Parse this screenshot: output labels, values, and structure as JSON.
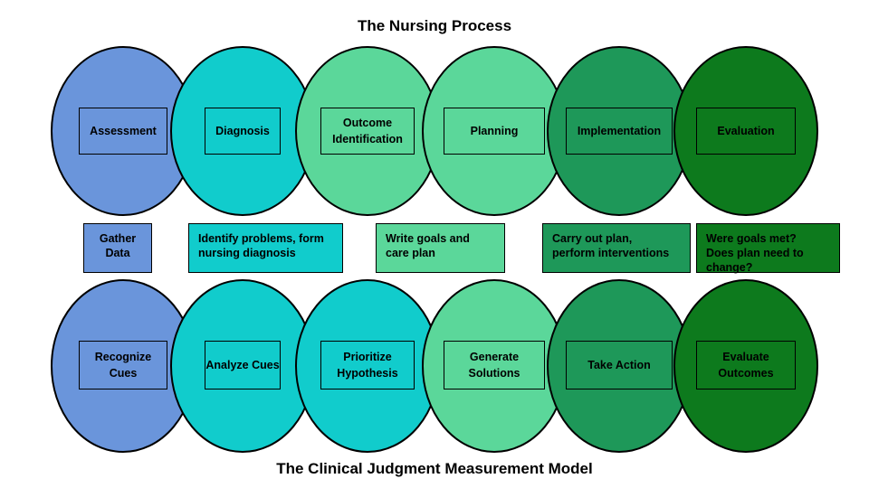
{
  "colors": {
    "assess_blue": "#6a95db",
    "teal": "#11cccc",
    "mint": "#5bd79a",
    "green": "#1e9859",
    "dark_green": "#0d7a1d"
  },
  "nursing_process": {
    "title": "The Nursing Process",
    "stages": [
      {
        "label": "Assessment",
        "color": "#6a95db"
      },
      {
        "label": "Diagnosis",
        "color": "#11cccc"
      },
      {
        "label": "Outcome Identification",
        "color": "#5bd79a"
      },
      {
        "label": "Planning",
        "color": "#5bd79a"
      },
      {
        "label": "Implementation",
        "color": "#1e9859"
      },
      {
        "label": "Evaluation",
        "color": "#0d7a1d"
      }
    ]
  },
  "descriptions": [
    {
      "text": "Gather\nData",
      "color": "#6a95db"
    },
    {
      "text": "Identify problems, form\nnursing diagnosis",
      "color": "#11cccc"
    },
    {
      "text": "Write goals and\ncare plan",
      "color": "#5bd79a"
    },
    {
      "text": "Carry out plan,\nperform interventions",
      "color": "#1e9859"
    },
    {
      "text": "Were goals met?\nDoes plan need to\nchange?",
      "color": "#0d7a1d"
    }
  ],
  "clinical_judgment": {
    "title": "The Clinical Judgment Measurement Model",
    "stages": [
      {
        "label": "Recognize Cues",
        "color": "#6a95db"
      },
      {
        "label": "Analyze Cues",
        "color": "#11cccc"
      },
      {
        "label": "Prioritize Hypothesis",
        "color": "#11cccc"
      },
      {
        "label": "Generate Solutions",
        "color": "#5bd79a"
      },
      {
        "label": "Take Action",
        "color": "#1e9859"
      },
      {
        "label": "Evaluate Outcomes",
        "color": "#0d7a1d"
      }
    ]
  }
}
